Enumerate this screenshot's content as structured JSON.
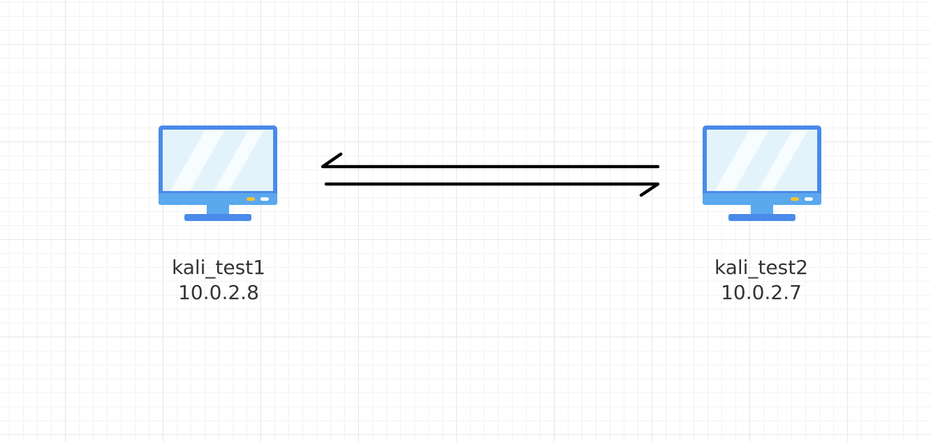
{
  "nodes": [
    {
      "id": "kali_test1",
      "name": "kali_test1",
      "ip": "10.0.2.8",
      "icon": "monitor-icon"
    },
    {
      "id": "kali_test2",
      "name": "kali_test2",
      "ip": "10.0.2.7",
      "icon": "monitor-icon"
    }
  ],
  "edges": [
    {
      "from": "kali_test2",
      "to": "kali_test1",
      "style": "half-arrow"
    },
    {
      "from": "kali_test1",
      "to": "kali_test2",
      "style": "half-arrow"
    }
  ],
  "colors": {
    "monitor_frame": "#4a8ae8",
    "monitor_screen": "#e3f3fb",
    "monitor_glare": "#ffffff",
    "monitor_base": "#5aa8ee",
    "indicator_yellow": "#ffc233",
    "arrow": "#000000"
  }
}
